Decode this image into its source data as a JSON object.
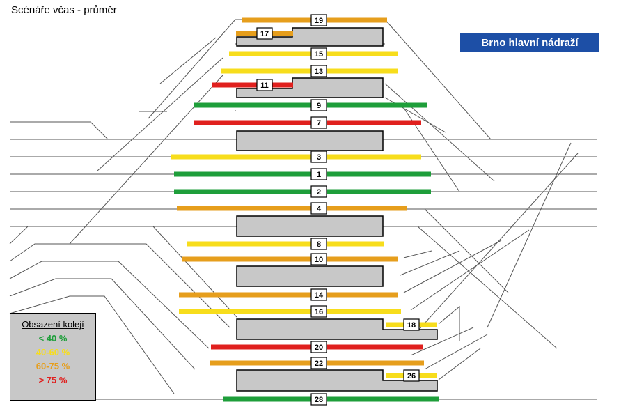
{
  "title": "Scénáře včas - průměr",
  "station": {
    "name": "Brno hlavní nádraží",
    "bg_color": "#1d4fa6",
    "text_color": "#ffffff"
  },
  "legend": {
    "title": "Obsazení kolejí",
    "items": [
      {
        "label": "< 40 %",
        "color": "#1e9e3a"
      },
      {
        "label": "40-60 %",
        "color": "#f7dd1c"
      },
      {
        "label": "60-75 %",
        "color": "#e69e1c"
      },
      {
        "label": "> 75 %",
        "color": "#e0201e"
      }
    ]
  },
  "colors": {
    "green": "#1e9e3a",
    "yellow": "#f7dd1c",
    "orange": "#e69e1c",
    "red": "#e0201e",
    "platform": "#c8c8c8",
    "line": "#555555"
  },
  "tracks": [
    {
      "number": "19",
      "occupancy": "orange"
    },
    {
      "number": "17",
      "occupancy": "orange"
    },
    {
      "number": "15",
      "occupancy": "yellow"
    },
    {
      "number": "13",
      "occupancy": "yellow"
    },
    {
      "number": "11",
      "occupancy": "red"
    },
    {
      "number": "9",
      "occupancy": "green"
    },
    {
      "number": "7",
      "occupancy": "red"
    },
    {
      "number": "3",
      "occupancy": "yellow"
    },
    {
      "number": "1",
      "occupancy": "green"
    },
    {
      "number": "2",
      "occupancy": "green"
    },
    {
      "number": "4",
      "occupancy": "orange"
    },
    {
      "number": "8",
      "occupancy": "yellow"
    },
    {
      "number": "10",
      "occupancy": "orange"
    },
    {
      "number": "14",
      "occupancy": "orange"
    },
    {
      "number": "16",
      "occupancy": "yellow"
    },
    {
      "number": "18",
      "occupancy": "yellow"
    },
    {
      "number": "20",
      "occupancy": "red"
    },
    {
      "number": "22",
      "occupancy": "orange"
    },
    {
      "number": "26",
      "occupancy": "yellow"
    },
    {
      "number": "28",
      "occupancy": "green"
    }
  ]
}
